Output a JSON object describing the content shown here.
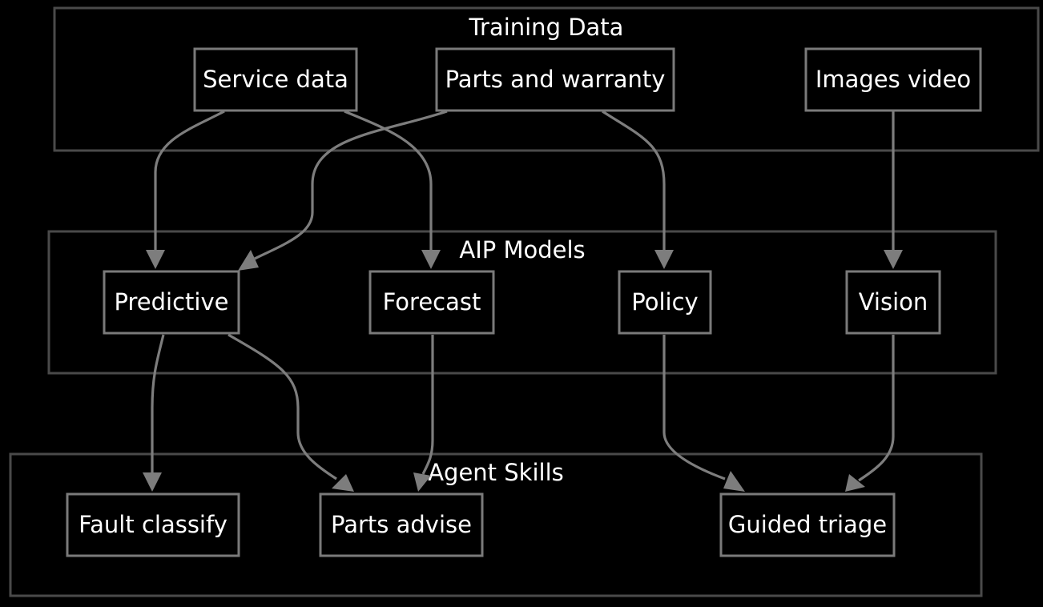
{
  "colors": {
    "background": "#000000",
    "cluster_border": "#4a4a4a",
    "node_border": "#7a7a7a",
    "edge": "#7d7d7d",
    "text": "#ffffff"
  },
  "clusters": {
    "training": {
      "title": "Training Data"
    },
    "models": {
      "title": "AIP Models"
    },
    "skills": {
      "title": "Agent Skills"
    }
  },
  "nodes": {
    "service_data": {
      "label": "Service data"
    },
    "parts_warranty": {
      "label": "Parts and warranty"
    },
    "images_video": {
      "label": "Images video"
    },
    "predictive": {
      "label": "Predictive"
    },
    "forecast": {
      "label": "Forecast"
    },
    "policy": {
      "label": "Policy"
    },
    "vision": {
      "label": "Vision"
    },
    "fault_classify": {
      "label": "Fault classify"
    },
    "parts_advise": {
      "label": "Parts advise"
    },
    "guided_triage": {
      "label": "Guided triage"
    }
  },
  "edges": [
    {
      "from": "service_data",
      "to": "predictive"
    },
    {
      "from": "service_data",
      "to": "forecast"
    },
    {
      "from": "parts_warranty",
      "to": "predictive"
    },
    {
      "from": "parts_warranty",
      "to": "policy"
    },
    {
      "from": "images_video",
      "to": "vision"
    },
    {
      "from": "predictive",
      "to": "fault_classify"
    },
    {
      "from": "predictive",
      "to": "parts_advise"
    },
    {
      "from": "forecast",
      "to": "parts_advise"
    },
    {
      "from": "policy",
      "to": "guided_triage"
    },
    {
      "from": "vision",
      "to": "guided_triage"
    }
  ]
}
